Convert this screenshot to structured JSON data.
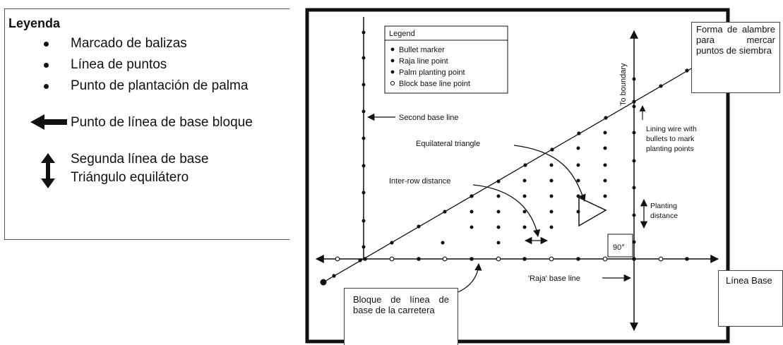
{
  "legend_es": {
    "title": "Leyenda",
    "items": [
      {
        "label": "Marcado de balizas",
        "marker": "bullet"
      },
      {
        "label": "Línea de puntos",
        "marker": "bullet"
      },
      {
        "label": "Punto de plantación de palma",
        "marker": "bullet"
      },
      {
        "label": "Punto de línea de base bloque",
        "marker": "left-arrow-icon"
      },
      {
        "label": "Segunda línea de base",
        "marker": "up-down-arrow-icon"
      },
      {
        "label": "Triángulo equilátero",
        "marker": "none"
      }
    ]
  },
  "diagram": {
    "legend_title": "Legend",
    "legend_items": [
      {
        "label": "Bullet marker",
        "marker": "filled-dot"
      },
      {
        "label": "Raja line point",
        "marker": "filled-dot"
      },
      {
        "label": "Palm planting point",
        "marker": "filled-dot"
      },
      {
        "label": "Block base line point",
        "marker": "open-dot"
      }
    ],
    "labels": {
      "second_base_line": "Second base line",
      "to_boundary": "To boundary",
      "lining_wire": [
        "Lining wire with",
        "bullets to mark",
        "planting points"
      ],
      "equilateral_triangle": "Equilateral triangle",
      "inter_row_distance": "Inter-row distance",
      "planting_distance": [
        "Planting",
        "distance"
      ],
      "angle": "90°",
      "raja_base_line": "'Raja' base line"
    }
  },
  "callouts": {
    "forma": "Forma de alambre para mercar puntos de siembra",
    "bloque": "Bloque de línea de base de la carretera",
    "linea_base": "Línea Base"
  },
  "colors": {
    "ink": "#111111",
    "frame": "#111111",
    "background": "#ffffff"
  }
}
